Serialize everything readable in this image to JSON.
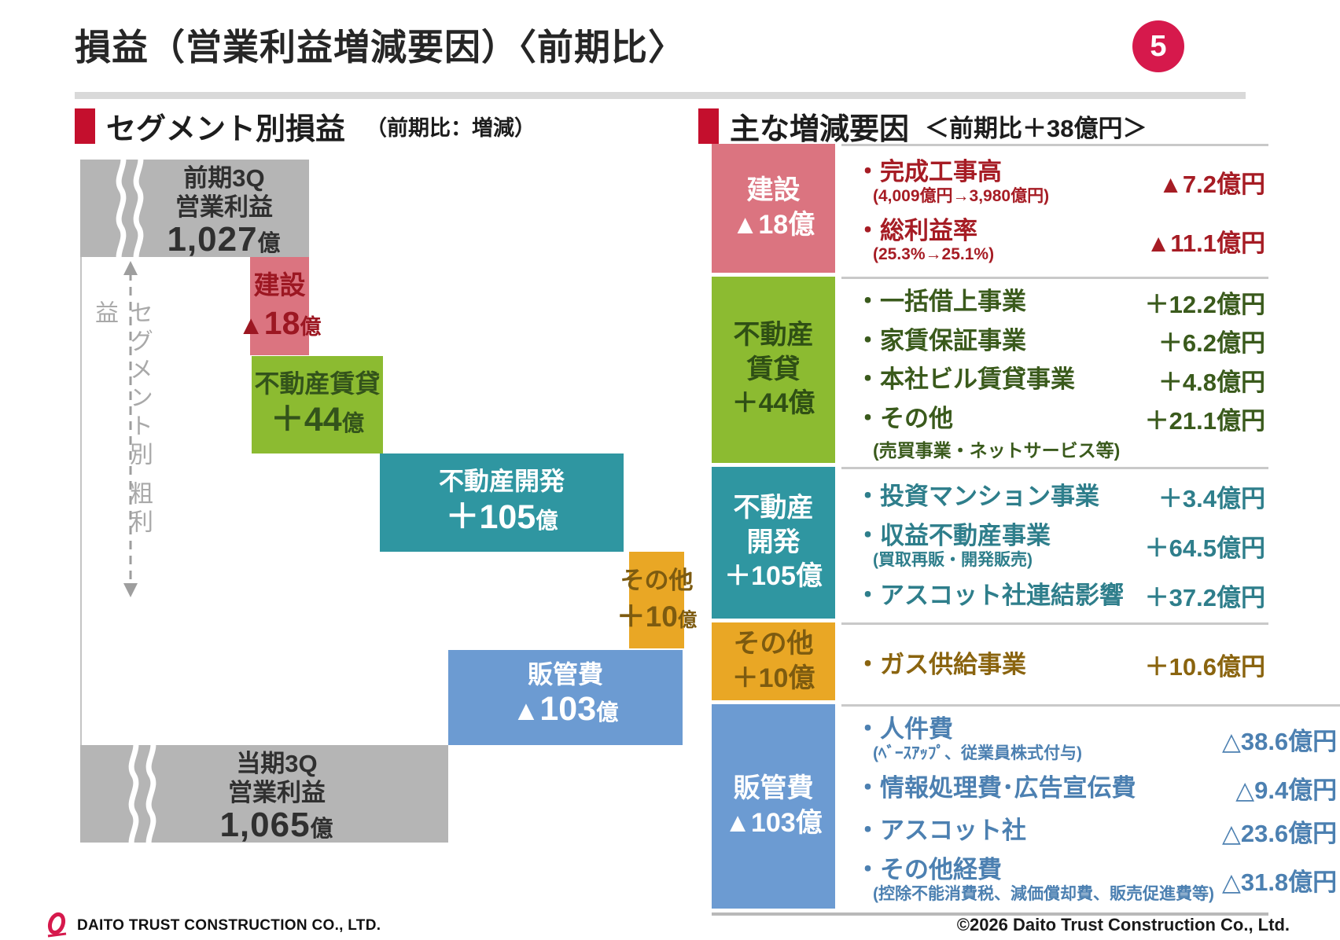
{
  "page": {
    "number": "5",
    "title": "損益（営業利益増減要因）〈前期比〉"
  },
  "left_section": {
    "title": "セグメント別損益",
    "subtitle": "（前期比：増減）"
  },
  "right_section": {
    "title": "主な増減要因",
    "subtitle": "＜前期比＋38億円＞"
  },
  "chart_data": {
    "type": "waterfall",
    "title": "セグメント別損益（前期比：増減）",
    "unit": "億円",
    "axis_label": "セグメント別 粗利益",
    "start": {
      "label_line1": "前期3Q",
      "label_line2": "営業利益",
      "value": 1027,
      "value_label": "1,027",
      "value_suffix": "億"
    },
    "steps": [
      {
        "name": "建設",
        "delta": -18,
        "delta_prefix": "▲",
        "delta_value": "18",
        "delta_suffix": "億",
        "color": "#db7480"
      },
      {
        "name": "不動産賃貸",
        "delta": 44,
        "delta_prefix": "＋",
        "delta_value": "44",
        "delta_suffix": "億",
        "color": "#8cbb31"
      },
      {
        "name": "不動産開発",
        "delta": 105,
        "delta_prefix": "＋",
        "delta_value": "105",
        "delta_suffix": "億",
        "color": "#2f96a1"
      },
      {
        "name": "その他",
        "delta": 10,
        "delta_prefix": "＋",
        "delta_value": "10",
        "delta_suffix": "億",
        "color": "#e9a725"
      },
      {
        "name": "販管費",
        "delta": -103,
        "delta_prefix": "▲",
        "delta_value": "103",
        "delta_suffix": "億",
        "color": "#6c9bd2"
      }
    ],
    "end": {
      "label_line1": "当期3Q",
      "label_line2": "営業利益",
      "value": 1065,
      "value_label": "1,065",
      "value_suffix": "億"
    }
  },
  "factors_table": {
    "rows": [
      {
        "segment_lines": [
          "建設",
          "▲18億"
        ],
        "items": [
          {
            "name": "・完成工事高",
            "note": "(4,009億円→3,980億円)",
            "value": "▲7.2億円"
          },
          {
            "name": "・総利益率",
            "note": "(25.3%→25.1%)",
            "value": "▲11.1億円"
          }
        ]
      },
      {
        "segment_lines": [
          "不動産",
          "賃貸",
          "＋44億"
        ],
        "items": [
          {
            "name": "・一括借上事業",
            "value": "＋12.2億円"
          },
          {
            "name": "・家賃保証事業",
            "value": "＋6.2億円"
          },
          {
            "name": "・本社ビル賃貸事業",
            "value": "＋4.8億円"
          },
          {
            "name": "・その他",
            "value": "＋21.1億円"
          },
          {
            "name": "(売買事業・ネットサービス等)"
          }
        ]
      },
      {
        "segment_lines": [
          "不動産",
          "開発",
          "＋105億"
        ],
        "items": [
          {
            "name": "・投資マンション事業",
            "value": "＋3.4億円"
          },
          {
            "name": "・収益不動産事業",
            "note": "(買取再販・開発販売)",
            "value": "＋64.5億円"
          },
          {
            "name": "・アスコット社連結影響",
            "value": "＋37.2億円"
          }
        ]
      },
      {
        "segment_lines": [
          "その他",
          "＋10億"
        ],
        "items": [
          {
            "name": "・ガス供給事業",
            "value": "＋10.6億円"
          }
        ]
      },
      {
        "segment_lines": [
          "販管費",
          "▲103億"
        ],
        "items": [
          {
            "name": "・人件費",
            "note": "(ﾍﾞｰｽｱｯﾌﾟ、従業員株式付与)",
            "value": "△38.6億円"
          },
          {
            "name": "・情報処理費･広告宣伝費",
            "value": "△9.4億円"
          },
          {
            "name": "・アスコット社",
            "value": "△23.6億円"
          },
          {
            "name": "・その他経費",
            "note": "(控除不能消費税、減価償却費、販売促進費等)",
            "value": "△31.8億円"
          }
        ]
      }
    ]
  },
  "footer": {
    "logo_text": "DAITO TRUST CONSTRUCTION CO., LTD.",
    "copyright": "©2026 Daito Trust Construction Co., Ltd."
  },
  "colors": {
    "accent_red": "#c40f2d",
    "page_circle": "#d6194c",
    "gray_bar": "#b5b5b5",
    "construction": "#db7480",
    "rental": "#8cbb31",
    "development": "#2f96a1",
    "other": "#e9a725",
    "sga": "#6c9bd2"
  }
}
